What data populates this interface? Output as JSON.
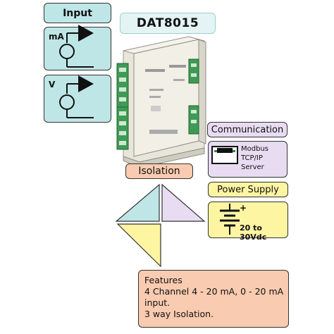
{
  "input": {
    "title": "Input",
    "current_label": "mA",
    "voltage_label": "V"
  },
  "model": {
    "name": "DAT8015"
  },
  "communication": {
    "title": "Communication",
    "lines": [
      "Modbus",
      "TCP/IP",
      "Server"
    ]
  },
  "isolation": {
    "title": "Isolation"
  },
  "power": {
    "title": "Power Supply",
    "value": "20 to 30Vdc"
  },
  "features": {
    "lines": [
      "Features",
      "4 Channel 4 - 20 mA, 0 - 20 mA",
      "input.",
      "3 way Isolation."
    ]
  },
  "colors": {
    "input": "#bfe6e6",
    "communication": "#e8dcf3",
    "power": "#fdf5a2",
    "features": "#f9cbb0"
  }
}
